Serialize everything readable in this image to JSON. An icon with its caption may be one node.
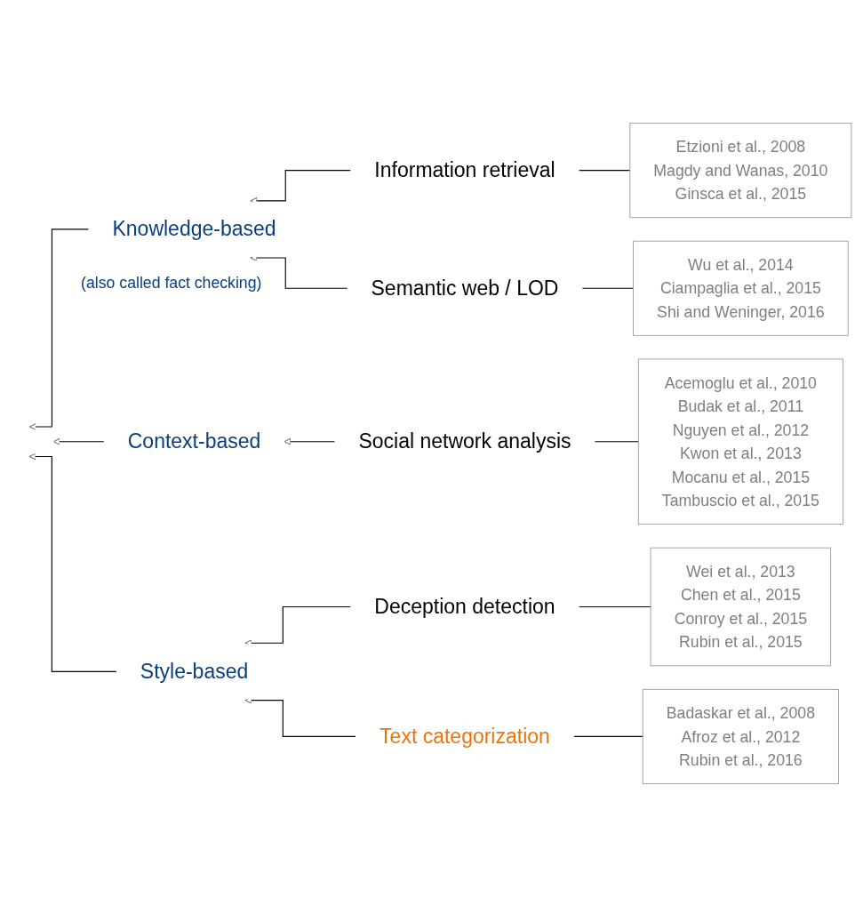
{
  "diagram": {
    "nodes": [
      {
        "text": [
          "Knowledge-based"
        ],
        "beside": [
          "(also called fact checking)"
        ]
      },
      {
        "text": [
          "Information retrieval"
        ]
      },
      {
        "text": [
          "Etzioni et al., 2008",
          "Magdy and Wanas, 2010",
          "Ginsca et al., 2015"
        ]
      },
      {
        "text": [
          "Semantic web / LOD"
        ]
      },
      {
        "text": [
          "Wu et al., 2014",
          "Ciampaglia et al., 2015",
          "Shi and Weninger, 2016"
        ]
      },
      {
        "text": [
          "Context-based"
        ]
      },
      {
        "text": [
          "Social network analysis"
        ]
      },
      {
        "text": [
          "Acemoglu et al., 2010",
          "Budak et al., 2011",
          "Nguyen et al., 2012",
          "Kwon et al., 2013",
          "Mocanu et al., 2015",
          "Tambuscio et al., 2015"
        ]
      },
      {
        "text": [
          "Style-based"
        ]
      },
      {
        "text": [
          "Deception detection"
        ]
      },
      {
        "text": [
          "Wei et al., 2013",
          "Chen et al., 2015",
          "Conroy et al., 2015",
          "Rubin et al., 2015"
        ]
      },
      {
        "text": [
          "Text categorization"
        ]
      },
      {
        "text": [
          "Badaskar et al., 2008",
          "Afroz et al., 2012",
          "Rubin et al., 2016"
        ]
      }
    ],
    "edges": [
      {
        "from": 0,
        "to": null,
        "arrow": "to"
      },
      {
        "from": 1,
        "to": 0,
        "arrow": "to"
      },
      {
        "from": 2,
        "to": 1,
        "arrow": "none"
      },
      {
        "from": 3,
        "to": 0,
        "arrow": "to"
      },
      {
        "from": 4,
        "to": 3,
        "arrow": "none"
      },
      {
        "from": 5,
        "to": null,
        "arrow": "to"
      },
      {
        "from": 6,
        "to": 5,
        "arrow": "to"
      },
      {
        "from": 7,
        "to": 6,
        "arrow": "none"
      },
      {
        "from": 8,
        "to": null,
        "arrow": "to"
      },
      {
        "from": 9,
        "to": 8,
        "arrow": "to"
      },
      {
        "from": 10,
        "to": 9,
        "arrow": "none"
      },
      {
        "from": 11,
        "to": 8,
        "arrow": "to"
      },
      {
        "from": 12,
        "to": 11,
        "arrow": "none"
      }
    ]
  }
}
